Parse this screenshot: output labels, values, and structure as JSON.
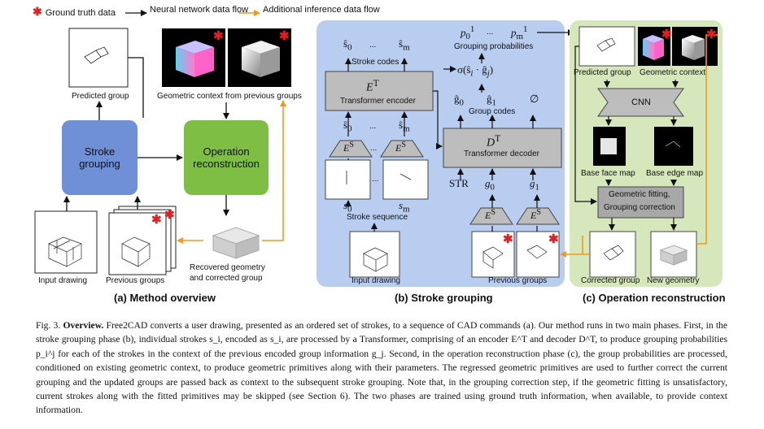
{
  "legend": {
    "ground_truth": "Ground truth data",
    "nn_flow": "Neural network data flow",
    "additional_flow": "Additional inference data flow"
  },
  "panel_a": {
    "predicted_group": "Predicted group",
    "geometric_context": "Geometric context from previous groups",
    "stroke_grouping": "Stroke grouping",
    "operation_reconstruction": "Operation reconstruction",
    "input_drawing": "Input drawing",
    "previous_groups": "Previous groups",
    "recovered_line1": "Recovered geometry",
    "recovered_line2": "and corrected group",
    "title": "(a) Method overview"
  },
  "panel_b": {
    "stroke_codes": "Stroke codes",
    "grouping_probabilities": "Grouping probabilities",
    "transformer_encoder": "Transformer encoder",
    "transformer_decoder": "Transformer decoder",
    "group_codes": "Group codes",
    "stroke_sequence": "Stroke sequence",
    "input_drawing": "Input drawing",
    "previous_groups": "Previous groups",
    "str_token": "STR",
    "dots": "...",
    "title": "(b) Stroke grouping"
  },
  "panel_c": {
    "predicted_group": "Predicted group",
    "geometric_context": "Geometric context",
    "cnn": "CNN",
    "base_face_map": "Base face map",
    "base_edge_map": "Base edge map",
    "fitting_line1": "Geometric fitting,",
    "fitting_line2": "Grouping correction",
    "corrected_group": "Corrected group",
    "new_geometry": "New geometry",
    "title": "(c) Operation reconstruction"
  },
  "caption": {
    "fig_label": "Fig. 3.",
    "bold": "Overview.",
    "text": "Free2CAD converts a user drawing, presented as an ordered set of strokes, to a sequence of CAD commands (a). Our method runs in two main phases. First, in the stroke grouping phase (b), individual strokes s_i, encoded as s_i, are processed by a Transformer, comprising of an encoder E^T and decoder D^T, to produce grouping probabilities p_i^j for each of the strokes in the context of the previous encoded group information g_j. Second, in the operation reconstruction phase (c), the group probabilities are processed, conditioned on existing geometric context, to produce geometric primitives along with their parameters. The regressed geometric primitives are used to further correct the current grouping and the updated groups are passed back as context to the subsequent stroke grouping. Note that, in the grouping correction step, if the geometric fitting is unsatisfactory, current strokes along with the fitted primitives may be skipped (see Section 6). The two phases are trained using ground truth information, when available, to provide context information."
  },
  "colors": {
    "blue_panel": "#b9cdf0",
    "green_panel": "#d6e8bb",
    "stroke_box": "#6f8fd6",
    "recon_box": "#7fbe45",
    "orange": "#f29a1f",
    "red": "#e02020"
  }
}
